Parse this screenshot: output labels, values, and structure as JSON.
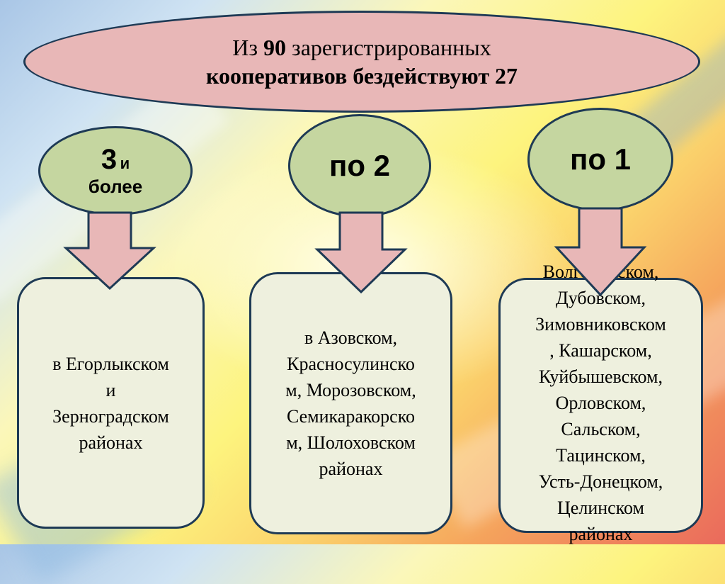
{
  "header": {
    "line1_prefix": "Из",
    "line1_number": "90",
    "line1_suffix": "зарегистрированных",
    "line2": "кооперативов бездействуют 27"
  },
  "groups": [
    {
      "count_number": "3",
      "count_conj": "и",
      "count_more": "более",
      "regions_lines": [
        "в Егорлыкском",
        "и",
        "Зерноградском",
        "районах"
      ]
    },
    {
      "count": "по 2",
      "regions_lines": [
        "в Азовском,",
        "Красносулинско",
        "м, Морозовском,",
        "Семикаракорско",
        "м, Шолоховском",
        "районах"
      ]
    },
    {
      "count": "по 1",
      "regions_lines": [
        "Волгодонском,",
        "Дубовском,",
        "Зимовниковском",
        ", Кашарском,",
        "Куйбышевском,",
        "Орловском,",
        "Сальском,",
        "Тацинском,",
        "Усть-Донецком,",
        "Целинском",
        "районах"
      ]
    }
  ],
  "colors": {
    "ellipse_fill": "#e8b7b7",
    "circle_fill": "#c5d6a0",
    "box_fill": "#eef0de",
    "arrow_fill": "#e8b7b7",
    "outline": "#1e3a55"
  }
}
